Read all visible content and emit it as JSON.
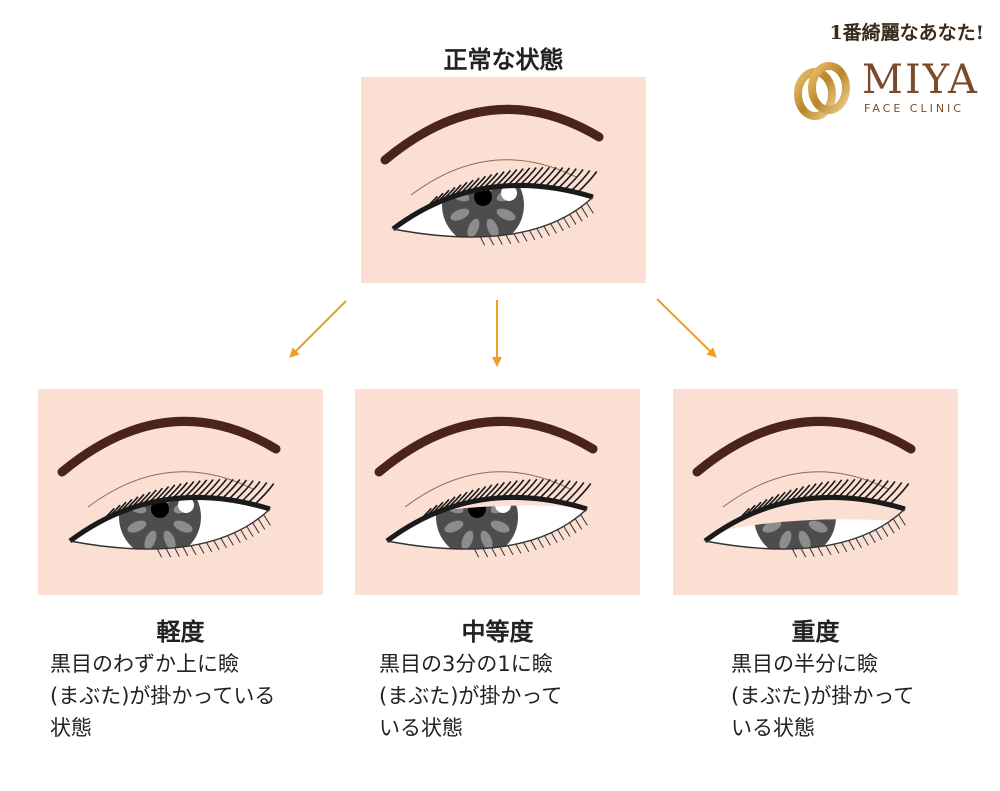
{
  "top": {
    "title": "正常な状態"
  },
  "panels": [
    {
      "key": "mild",
      "title": "軽度",
      "lines": [
        "黒目のわずか上に瞼",
        "(まぶた)が掛かっている",
        "状態"
      ],
      "cover": 0.2
    },
    {
      "key": "moderate",
      "title": "中等度",
      "lines": [
        "黒目の3分の1に瞼",
        "(まぶた)が掛かって",
        "いる状態"
      ],
      "cover": 0.333
    },
    {
      "key": "severe",
      "title": "重度",
      "lines": [
        "黒目の半分に瞼",
        "(まぶた)が掛かって",
        "いる状態"
      ],
      "cover": 0.5
    }
  ],
  "logo": {
    "slogan": "1番綺麗なあなた!",
    "name": "MIYA",
    "sub": "FACE CLINIC"
  },
  "colors": {
    "skin": "#fadfd2",
    "brow": "#4a2418",
    "arrow": "#f0a020",
    "iris": "#4d4d4d",
    "gold": "#c9962e",
    "brand": "#7b4a2a"
  }
}
